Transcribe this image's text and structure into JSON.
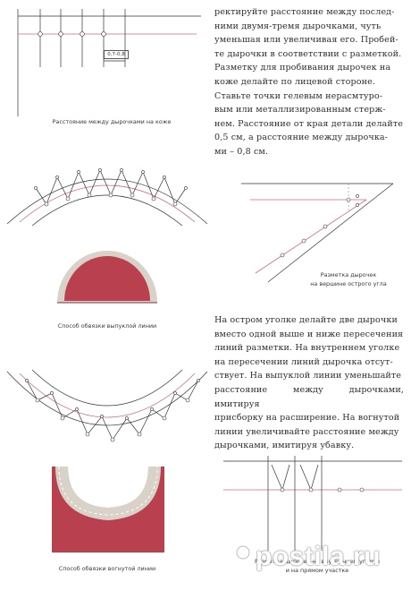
{
  "top_paragraph": {
    "lines": [
      "ректируйте расстояние между послед-",
      "ними двумя-тремя дырочками, чуть",
      "уменьшая или увеличивая его. Пробей-",
      "те дырочки в соответствии с разметкой.",
      "Разметку для пробивания дырочек на",
      "коже делайте по лицевой стороне.",
      "Ставьте точки гелевым нерасмтуро-",
      "вым или металлизированным стерж-",
      "нем. Расстояние от края детали делайте",
      "0,5 см, а расстояние между дырочка-",
      "ми – 0,8 см."
    ]
  },
  "middle_paragraph": {
    "lines": [
      "На остром уголке делайте две дырочки",
      "вместо одной выше и ниже пересечения",
      "линий разметки. На внутреннем уголке",
      "на пересечении линий дырочка отсут-",
      "ствует. На выпуклой линии уменьшайте",
      "расстояние между дырочками, имитируя",
      "присборку на расширение. На вогнутой",
      "линии увеличивайте расстояние между",
      "дырочками, имитируя убавку."
    ]
  },
  "diagram_top": {
    "measure_label": "0,7-0,8",
    "caption": "Расстояние между дырочками на коже"
  },
  "diagram_corner": {
    "caption_line1": "Разметка дырочек",
    "caption_line2": "на вершине острого угла"
  },
  "diagram_convex": {
    "caption": "Способ обвязки выпуклой линии"
  },
  "diagram_concave": {
    "caption": "Способ обвязки вогнутой линии"
  },
  "diagram_inner": {
    "caption_line1": "Разметка дырочек на внутреннем уголке",
    "caption_line2": "и на прямом участке"
  },
  "watermark": "postila.ru",
  "colors": {
    "leather_red": "#b8404f",
    "thread_light": "#d8d2c8",
    "mark_pink": "#d06a7e"
  }
}
